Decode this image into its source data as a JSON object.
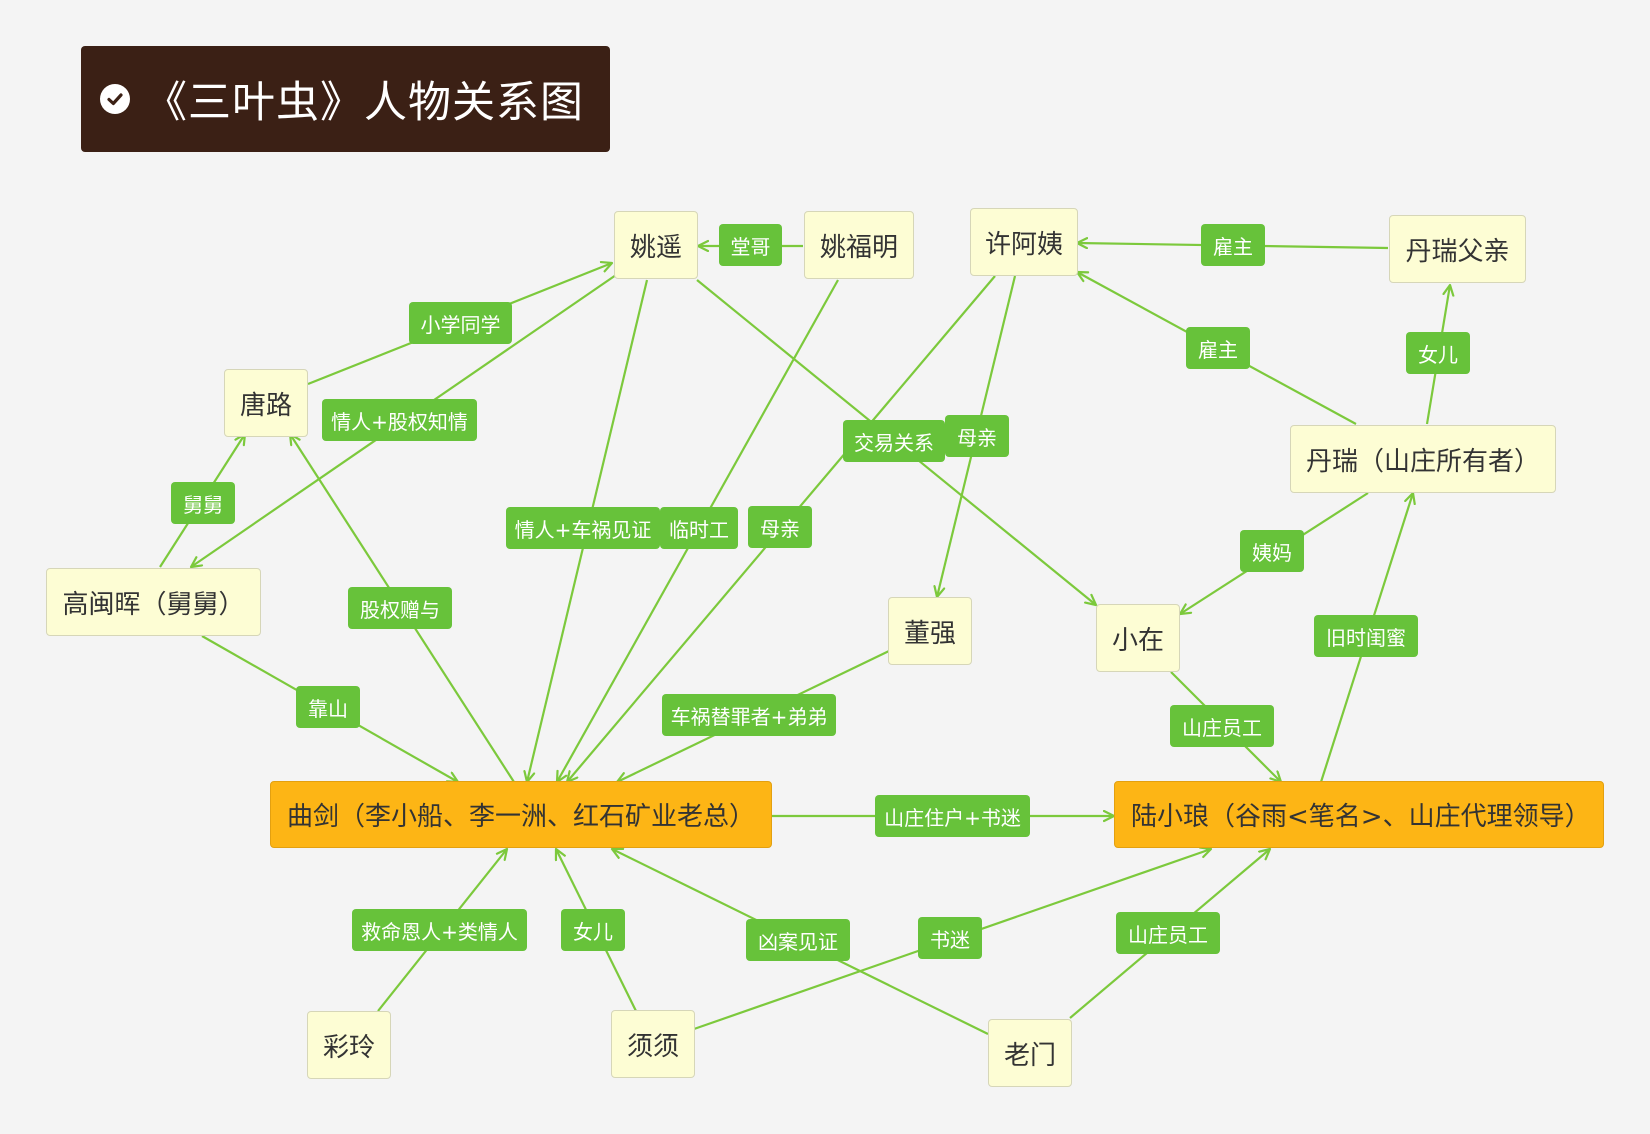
{
  "title": "《三叶虫》人物关系图",
  "icons": {
    "title": "check-circle-icon"
  },
  "colors": {
    "title_bg": "#3b2015",
    "node_bg": "#fdfdd4",
    "main_node_bg": "#fdb515",
    "edge": "#7cc93c",
    "label_bg": "#67c23a"
  },
  "nodes": [
    {
      "id": "yaoyao",
      "label": "姚遥"
    },
    {
      "id": "yaofuming",
      "label": "姚福明"
    },
    {
      "id": "xuayi",
      "label": "许阿姨"
    },
    {
      "id": "danruifuqin",
      "label": "丹瑞父亲"
    },
    {
      "id": "tanglu",
      "label": "唐路"
    },
    {
      "id": "danrui",
      "label": "丹瑞（山庄所有者）"
    },
    {
      "id": "gaominhui",
      "label": "高闽晖（舅舅）"
    },
    {
      "id": "dongqiang",
      "label": "董强"
    },
    {
      "id": "xiaozai",
      "label": "小在"
    },
    {
      "id": "qujian",
      "label": "曲剑（李小船、李一洲、红石矿业老总）",
      "main": true
    },
    {
      "id": "luxiaolang",
      "label": "陆小琅（谷雨<笔名>、山庄代理领导）",
      "main": true
    },
    {
      "id": "cailing",
      "label": "彩玲"
    },
    {
      "id": "xuxu",
      "label": "须须"
    },
    {
      "id": "laomen",
      "label": "老门"
    }
  ],
  "edges": [
    {
      "id": "e-tangge",
      "label": "堂哥"
    },
    {
      "id": "e-guzhu-1",
      "label": "雇主"
    },
    {
      "id": "e-xiaoxue",
      "label": "小学同学"
    },
    {
      "id": "e-guzhu-2",
      "label": "雇主"
    },
    {
      "id": "e-nver-1",
      "label": "女儿"
    },
    {
      "id": "e-qingren-guquan",
      "label": "情人+股权知情"
    },
    {
      "id": "e-jiaoyi",
      "label": "交易关系"
    },
    {
      "id": "e-muqin-1",
      "label": "母亲"
    },
    {
      "id": "e-jiujiu",
      "label": "舅舅"
    },
    {
      "id": "e-qingren-chehuo",
      "label": "情人+车祸见证"
    },
    {
      "id": "e-linshigong",
      "label": "临时工"
    },
    {
      "id": "e-muqin-2",
      "label": "母亲"
    },
    {
      "id": "e-yima",
      "label": "姨妈"
    },
    {
      "id": "e-guquan",
      "label": "股权赠与"
    },
    {
      "id": "e-jiushi",
      "label": "旧时闺蜜"
    },
    {
      "id": "e-kaoshan",
      "label": "靠山"
    },
    {
      "id": "e-chehuo-tizui",
      "label": "车祸替罪者+弟弟"
    },
    {
      "id": "e-shanzhuang-yuangong-1",
      "label": "山庄员工"
    },
    {
      "id": "e-zhuhu-shumi",
      "label": "山庄住户+书迷"
    },
    {
      "id": "e-xiongan",
      "label": "凶案见证"
    },
    {
      "id": "e-nver-2",
      "label": "女儿"
    },
    {
      "id": "e-jiuming",
      "label": "救命恩人+类情人"
    },
    {
      "id": "e-shumi",
      "label": "书迷"
    },
    {
      "id": "e-shanzhuang-yuangong-2",
      "label": "山庄员工"
    }
  ]
}
